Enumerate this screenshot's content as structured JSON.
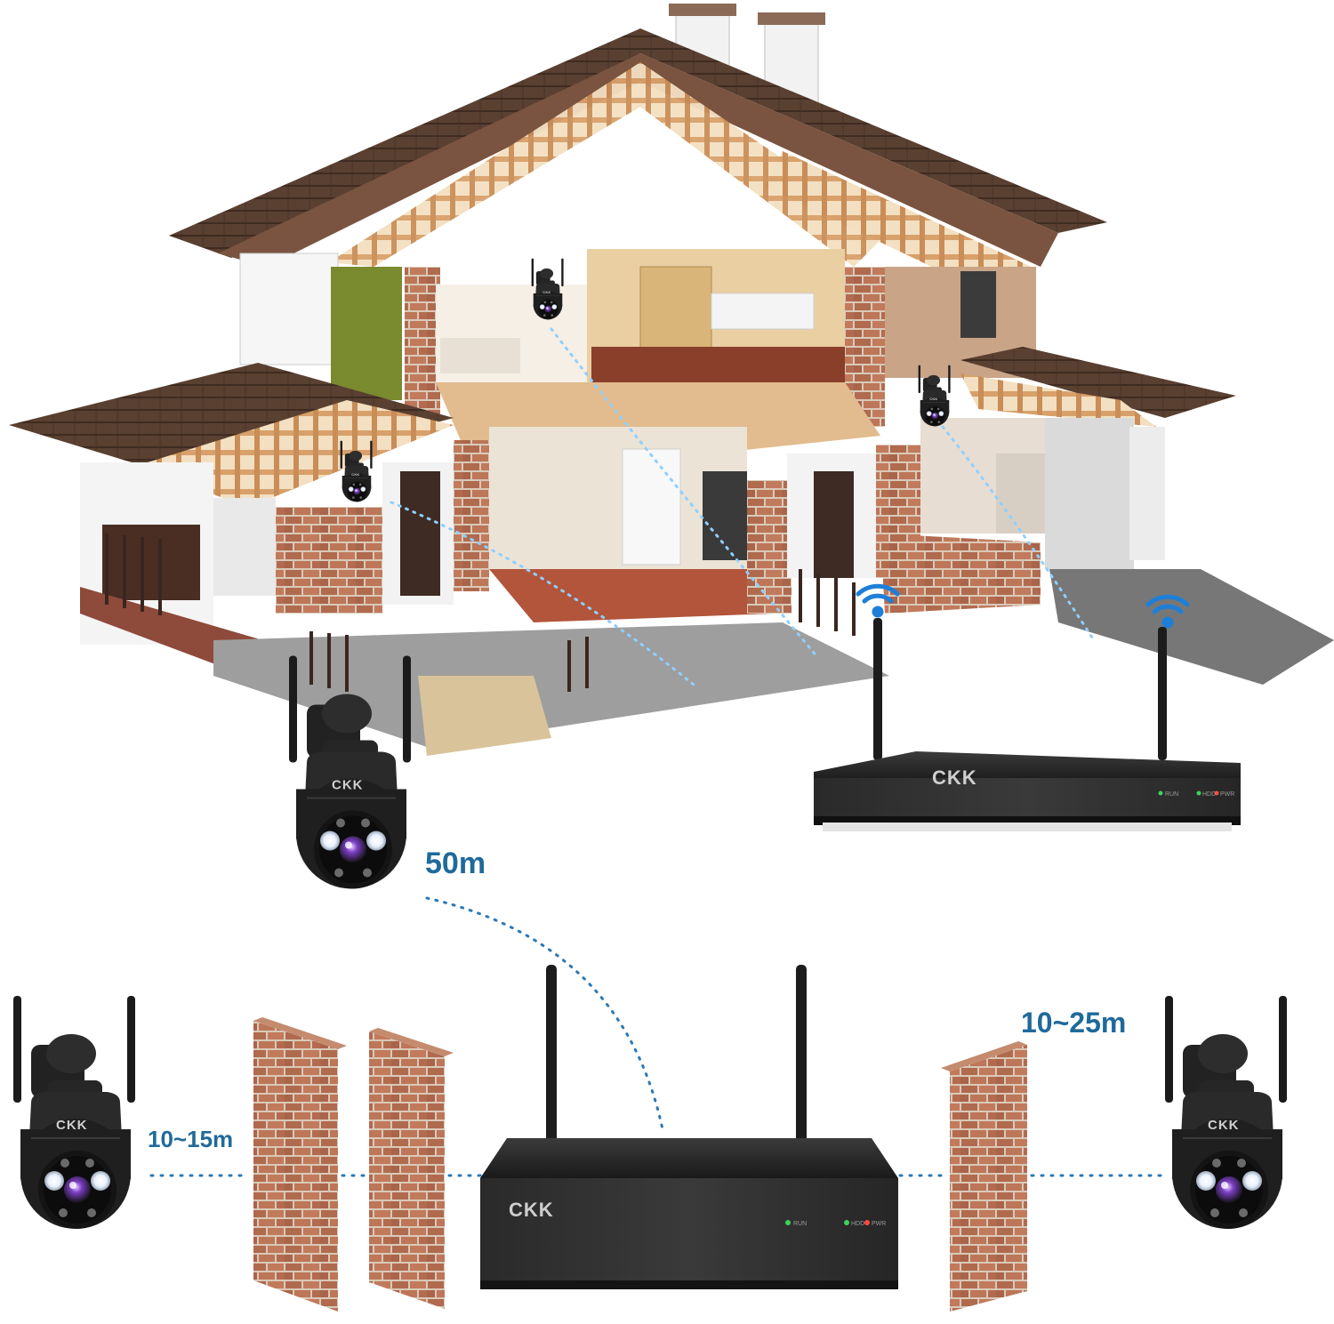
{
  "brand": "CKK",
  "nvr_indicators": [
    "RUN",
    "HDD",
    "PWR"
  ],
  "distances": {
    "long_range": "50m",
    "through_two_walls": "10~15m",
    "through_one_wall": "10~25m"
  },
  "colors": {
    "distance_text": "#1f6a9a",
    "signal_dots": "#2a78b6",
    "wifi_icon": "#1e7fd8"
  },
  "icons": [
    "wifi-icon",
    "camera-icon",
    "nvr-icon",
    "brick-wall-icon",
    "house-illustration"
  ]
}
